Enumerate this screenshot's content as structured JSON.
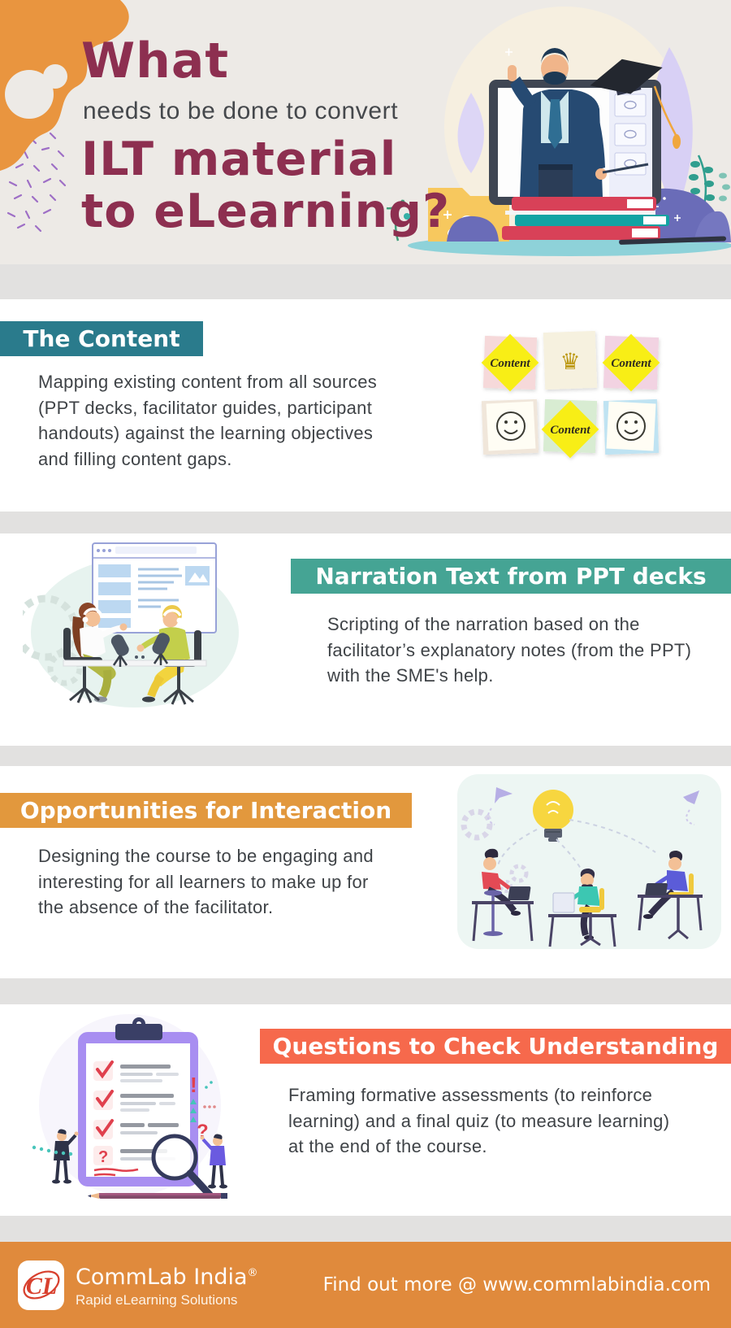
{
  "header": {
    "title_intro": "What",
    "subtitle": "needs to be done to convert",
    "title_main_line1": "ILT material",
    "title_main_line2": "to eLearning?"
  },
  "sections": [
    {
      "title": "The Content",
      "accent_color": "#2a7b8c",
      "lines": [
        "Mapping existing content from all sources",
        "(PPT decks, facilitator guides, participant",
        "handouts) against the learning objectives",
        "and filling content gaps."
      ]
    },
    {
      "title": "Narration Text from PPT decks",
      "accent_color": "#45a494",
      "lines": [
        "Scripting of the narration based on the",
        "facilitator’s explanatory notes (from the PPT)",
        "with the SME's help."
      ]
    },
    {
      "title": "Opportunities for Interaction",
      "accent_color": "#e2983d",
      "lines": [
        "Designing the course to be engaging and",
        "interesting for all learners to make up for",
        "the absence of the facilitator."
      ]
    },
    {
      "title": "Questions to Check Understanding",
      "accent_color": "#f6694c",
      "lines": [
        "Framing formative assessments (to reinforce",
        "learning) and a final quiz (to measure learning)",
        "at the end of the course."
      ]
    }
  ],
  "sticky_notes": {
    "labels": [
      "Content",
      "Content",
      "Content"
    ],
    "crown_icon": "♛"
  },
  "footer": {
    "monogram": "CL",
    "brand": "CommLab India",
    "registered_mark": "®",
    "tagline": "Rapid eLearning Solutions",
    "cta": "Find out more @ www.commlabindia.com"
  },
  "colors": {
    "page_band": "#e2e1e0",
    "header_bg": "#edeae6",
    "card_bg": "#ffffff",
    "title_maroon": "#8d2f50",
    "body_text": "#3f4347",
    "bar1_teal": "#2a7b8c",
    "bar2_green": "#45a494",
    "bar3_orange": "#e2983d",
    "bar4_coral": "#f6694c",
    "footer_orange": "#e08a3c",
    "blob_orange": "#e9953f",
    "logo_red": "#d8402e",
    "sticky_yellow": "#f8ee17"
  }
}
